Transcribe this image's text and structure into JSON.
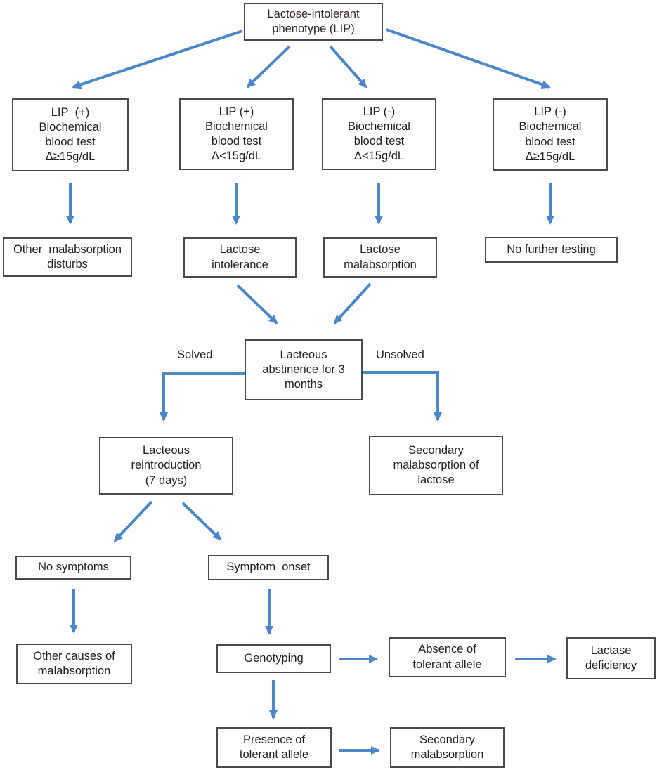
{
  "colors": {
    "arrow": "#4a87c9",
    "box_border": "#4a4a4a",
    "text": "#1f1f1f",
    "title_text": "#33222e",
    "background": "#ffffff"
  },
  "nodes": {
    "root": {
      "label": "Lactose-intolerant\nphenotype (LIP)"
    },
    "lip_pos_ge15": {
      "label": "LIP  (+)\nBiochemical\nblood test\nΔ≥15g/dL"
    },
    "lip_pos_lt15": {
      "label": "LIP (+)\nBiochemical\nblood test\nΔ<15g/dL"
    },
    "lip_neg_lt15": {
      "label": "LIP (-)\nBiochemical\nblood test\nΔ<15g/dL"
    },
    "lip_neg_ge15": {
      "label": "LIP (-)\nBiochemical\nblood test\nΔ≥15g/dL"
    },
    "other_malabsorption_disturbs": {
      "label": "Other  malabsorption\ndisturbs"
    },
    "lactose_intolerance": {
      "label": "Lactose\nintolerance"
    },
    "lactose_malabsorption": {
      "label": "Lactose\nmalabsorption"
    },
    "no_further_testing": {
      "label": "No further testing"
    },
    "lacteous_abstinence": {
      "label": "Lacteous\nabstinence for 3\nmonths"
    },
    "lacteous_reintroduction": {
      "label": "Lacteous\nreintroduction\n(7 days)"
    },
    "secondary_malabsorption_of_lactose": {
      "label": "Secondary\nmalabsorption of\nlactose"
    },
    "no_symptoms": {
      "label": "No symptoms"
    },
    "symptom_onset": {
      "label": "Symptom  onset"
    },
    "other_causes_of_malabsorption": {
      "label": "Other causes of\nmalabsorption"
    },
    "genotyping": {
      "label": "Genotyping"
    },
    "absence_of_tolerant_allele": {
      "label": "Absence of\ntolerant allele"
    },
    "lactase_deficiency": {
      "label": "Lactase\ndeficiency"
    },
    "presence_of_tolerant_allele": {
      "label": "Presence of\ntolerant allele"
    },
    "secondary_malabsorption": {
      "label": "Secondary\nmalabsorption"
    }
  },
  "edge_labels": {
    "solved": "Solved",
    "unsolved": "Unsolved"
  }
}
